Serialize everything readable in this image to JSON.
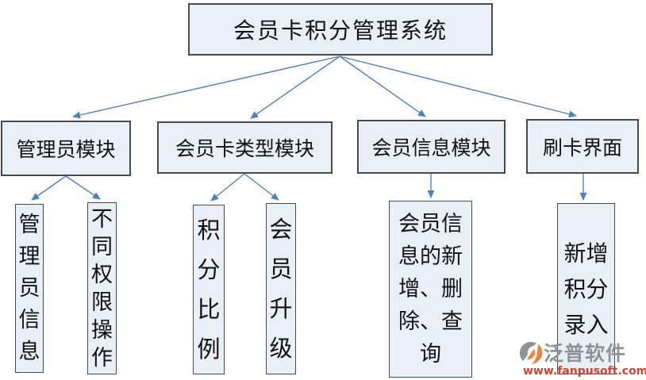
{
  "diagram": {
    "title": "会员卡积分管理系统",
    "root": {
      "label": "会员卡积分管理系统"
    },
    "modules": [
      {
        "label": "管理员模块",
        "children": [
          {
            "label": "管理员信息"
          },
          {
            "label": "不同权限操作"
          }
        ]
      },
      {
        "label": "会员卡类型模块",
        "children": [
          {
            "label": "积分比例"
          },
          {
            "label": "会员升级"
          }
        ]
      },
      {
        "label": "会员信息模块",
        "children": [
          {
            "label": "会员信息的新增、删除、查询"
          }
        ]
      },
      {
        "label": "刷卡界面",
        "children": [
          {
            "label": "新增积分录入"
          }
        ]
      }
    ]
  },
  "watermark": {
    "brand": "泛普软件",
    "url": "www.fanpusoft.com"
  },
  "colors": {
    "box_fill": "#e9eff7",
    "box_border": "#4a4a4a",
    "arrow_blue": "#4f81bd",
    "text": "#111111",
    "brand_gray": "#8f9299",
    "brand_red": "#cc4433",
    "brand_orange": "#f07f3c"
  }
}
